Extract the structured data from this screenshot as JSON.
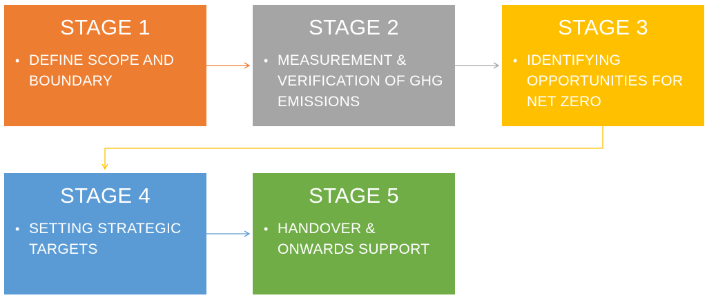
{
  "stages": [
    {
      "title": "STAGE 1",
      "text": "DEFINE SCOPE AND BOUNDARY",
      "color": "#ED7D31"
    },
    {
      "title": "STAGE 2",
      "text": "MEASUREMENT & VERIFICATION OF GHG EMISSIONS",
      "color": "#A5A5A5"
    },
    {
      "title": "STAGE 3",
      "text": "IDENTIFYING OPPORTUNITIES FOR NET ZERO",
      "color": "#FFC000"
    },
    {
      "title": "STAGE 4",
      "text": "SETTING STRATEGIC TARGETS",
      "color": "#5B9BD5"
    },
    {
      "title": "STAGE 5",
      "text": "HANDOVER & ONWARDS SUPPORT",
      "color": "#70AD47"
    }
  ],
  "bullet_glyph": "•",
  "connector_colors": {
    "stage1_to_stage2": "#ED7D31",
    "stage2_to_stage3": "#A5A5A5",
    "stage3_to_stage4": "#FFC000",
    "stage4_to_stage5": "#5B9BD5"
  }
}
